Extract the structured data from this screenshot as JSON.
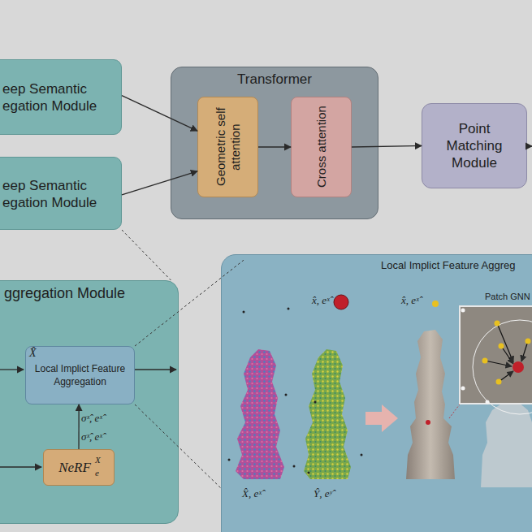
{
  "diagram": {
    "nodes": [
      {
        "text": [
          "eep Semantic egation Module"
        ]
      },
      {
        "text": [
          "eep Semantic egation Module"
        ]
      },
      {
        "text": [
          "Transformer"
        ]
      },
      {
        "text": [
          "Geometric self attention"
        ],
        "in": 2
      },
      {
        "text": [
          "Cross attention"
        ],
        "in": 2
      },
      {
        "text": [
          "Point Matching Module"
        ]
      },
      {
        "text": [
          "ggregation Module"
        ]
      },
      {
        "text": [
          "Local Implict Feature Aggregation"
        ],
        "in": 6
      },
      {
        "text": [
          "NeRF",
          "X",
          "e"
        ],
        "in": 6
      },
      {
        "text": [
          "Local Implict Feature Aggreg"
        ]
      }
    ],
    "edges": [
      {
        "from": 0,
        "to": 3,
        "arrow": "to"
      },
      {
        "from": 1,
        "to": 3,
        "arrow": "to"
      },
      {
        "from": 3,
        "to": 4,
        "arrow": "to"
      },
      {
        "from": 4,
        "to": 5,
        "arrow": "to"
      },
      {
        "from": 8,
        "to": 7,
        "arrow": "to"
      },
      {
        "from": 1,
        "to": 6,
        "arrow": "none"
      },
      {
        "from": 7,
        "to": 9,
        "arrow": "none"
      },
      {
        "from": 7,
        "to": 9,
        "arrow": "none"
      }
    ],
    "labels": [
      "X̂",
      "σˣ̂, eˣ̂",
      "σˣ̂, eˣ̂",
      "x̂, eˣ̂",
      "x̂, eˣ̂",
      "Patch GNN",
      "X̂, eˣ̂",
      "Ŷ, eʸ̂"
    ]
  }
}
